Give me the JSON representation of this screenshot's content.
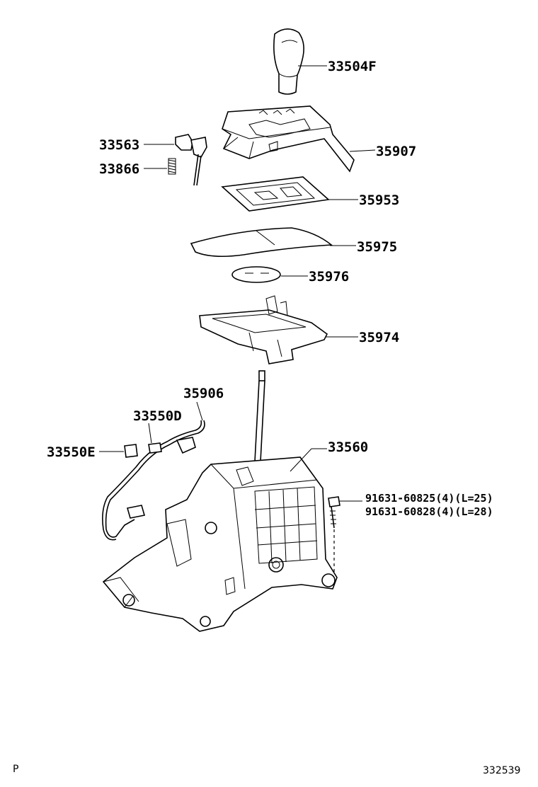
{
  "parts": {
    "p33504F": "33504F",
    "p35907": "35907",
    "p33563": "33563",
    "p33866": "33866",
    "p35953": "35953",
    "p35975": "35975",
    "p35976": "35976",
    "p35974": "35974",
    "p35906": "35906",
    "p33550D": "33550D",
    "p33550E": "33550E",
    "p33560": "33560"
  },
  "bolts": {
    "bolt1": "91631-60825(4)(L=25)",
    "bolt2": "91631-60828(4)(L=28)"
  },
  "footer": {
    "corner_left": "P",
    "diagram_id": "332539"
  }
}
